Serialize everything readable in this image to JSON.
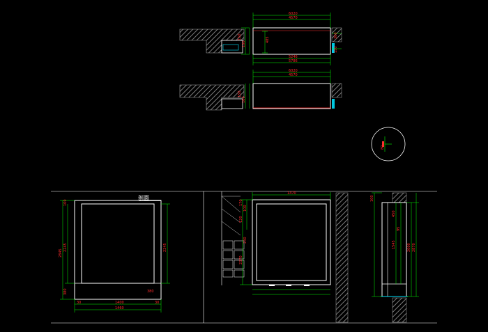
{
  "title_label": "剖面",
  "plan_top": {
    "overall_width": "6020",
    "inner_width": "4570",
    "side_dim": "485",
    "bottom_width": "5246",
    "bottom_overall": "5786",
    "small_dims": [
      "150",
      "100",
      "300",
      "150"
    ]
  },
  "plan_middle": {
    "overall_width": "6020",
    "inner_width": "4570",
    "small_dims": [
      "150",
      "100"
    ]
  },
  "detail_circle": {
    "dim": "80"
  },
  "elevation_left": {
    "total_height": "2845",
    "inner_height": "2245",
    "right_height": "2245",
    "bottom_left": "380",
    "bottom_right": "380",
    "top_left": "100",
    "width_inner": "1400",
    "width_total": "1460",
    "edge_left": "30",
    "edge_right": "30"
  },
  "elevation_mid": {
    "top_width": "1470",
    "left_dims": [
      "170",
      "100",
      "120",
      "230"
    ],
    "height_label": "2370"
  },
  "elevation_right": {
    "top": "100",
    "dims": [
      "450",
      "95",
      "1545",
      "2000",
      "2870"
    ]
  },
  "colors": {
    "background": "#000000",
    "line": "#ffffff",
    "dimension": "#00ff00",
    "dim_text": "#ff2a2a",
    "hatch": "#8c8c8c",
    "accent": "#00e5ff"
  }
}
